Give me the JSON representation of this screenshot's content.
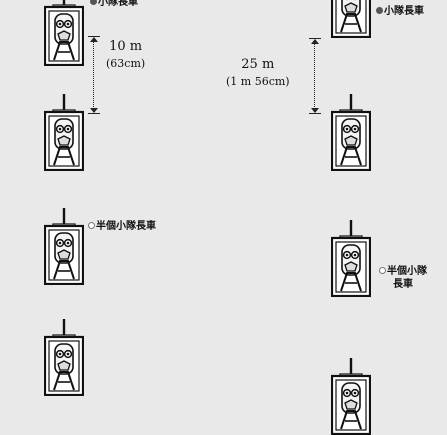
{
  "left_column": {
    "label_top": "小隊長車",
    "distance": "10 m",
    "distance_sub": "(63cm)",
    "label_half": "半個小隊長車"
  },
  "right_column": {
    "label_top": "小隊長車",
    "distance": "25 m",
    "distance_sub": "(1 m 56cm)",
    "label_half_line1": "半個小隊",
    "label_half_line2": "長車"
  },
  "colors": {
    "background": "#e9e9e9",
    "line": "#111111",
    "marker_full": "#555555"
  },
  "icons": [
    "vehicle-front-icon",
    "full-dot-icon",
    "half-dot-icon"
  ]
}
